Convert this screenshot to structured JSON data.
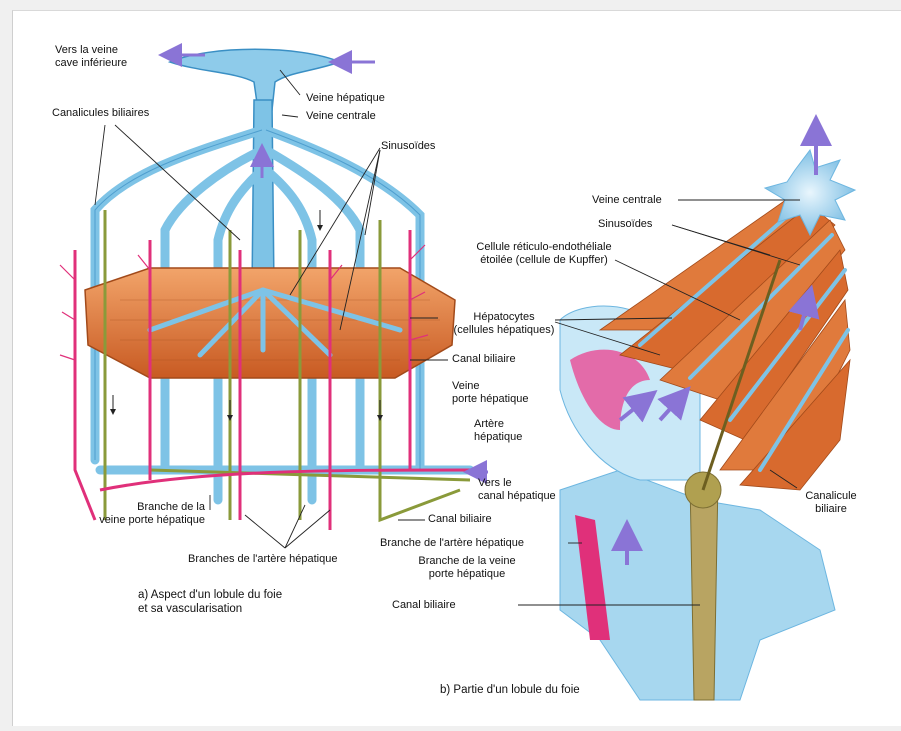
{
  "colors": {
    "vein": "#7ec3e6",
    "vein_dark": "#3a8fc4",
    "artery": "#e0307a",
    "bile": "#8a9a3a",
    "hepatocyte": "#e07a3c",
    "flow_arrow": "#8a74d6"
  },
  "labels_a": {
    "vers_veine_cave": "Vers la veine\ncave inférieure",
    "veine_hepatique": "Veine hépatique",
    "veine_centrale": "Veine centrale",
    "canalicules": "Canalicules biliaires",
    "sinusoides": "Sinusoïdes",
    "hepatocytes": "Hépatocytes\n(cellules hépatiques)",
    "canal_biliaire_1": "Canal biliaire",
    "veine_porte": "Veine\nporte hépatique",
    "artere": "Artère\nhépatique",
    "vers_canal": "Vers le\ncanal hépatique",
    "canal_biliaire_2": "Canal biliaire",
    "branche_veine_porte": "Branche de la\nveine porte hépatique",
    "branches_artere": "Branches de l'artère hépatique",
    "caption": "a) Aspect d'un lobule du foie\net sa vascularisation"
  },
  "labels_b": {
    "veine_centrale": "Veine centrale",
    "sinusoides": "Sinusoïdes",
    "kupffer": "Cellule réticulo-endothéliale\nétoilée (cellule de Kupffer)",
    "canalicule": "Canalicule\nbiliaire",
    "branche_artere": "Branche de l'artère hépatique",
    "branche_veine": "Branche de la veine\nporte hépatique",
    "canal_biliaire": "Canal biliaire",
    "caption": "b) Partie d'un lobule du foie"
  }
}
